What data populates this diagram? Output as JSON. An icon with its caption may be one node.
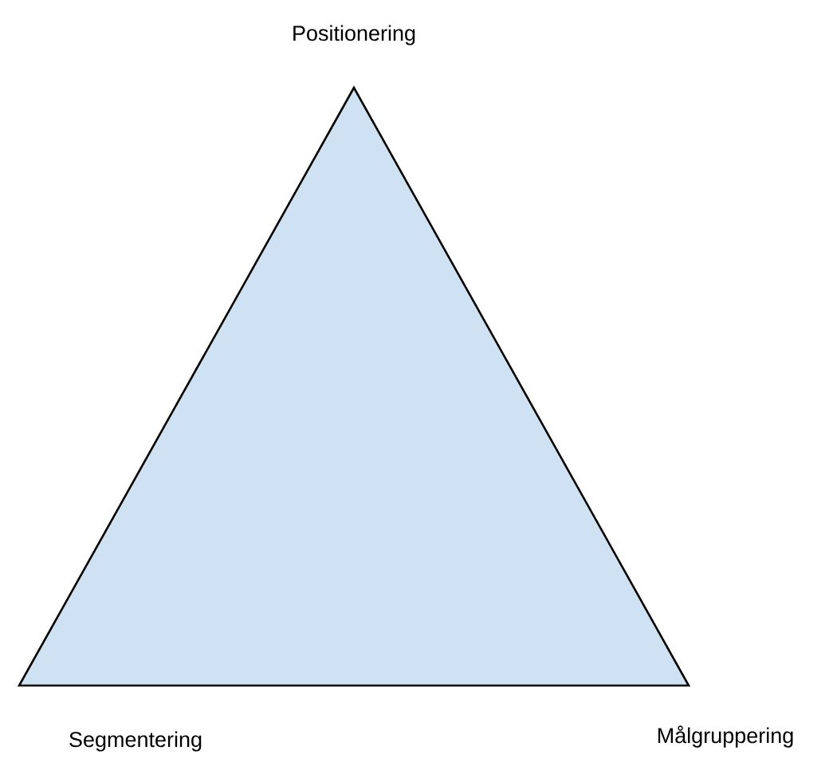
{
  "diagram": {
    "nodes": [
      {
        "text": [
          "Positionering",
          "Segmentering",
          "Målgruppering"
        ]
      }
    ]
  }
}
